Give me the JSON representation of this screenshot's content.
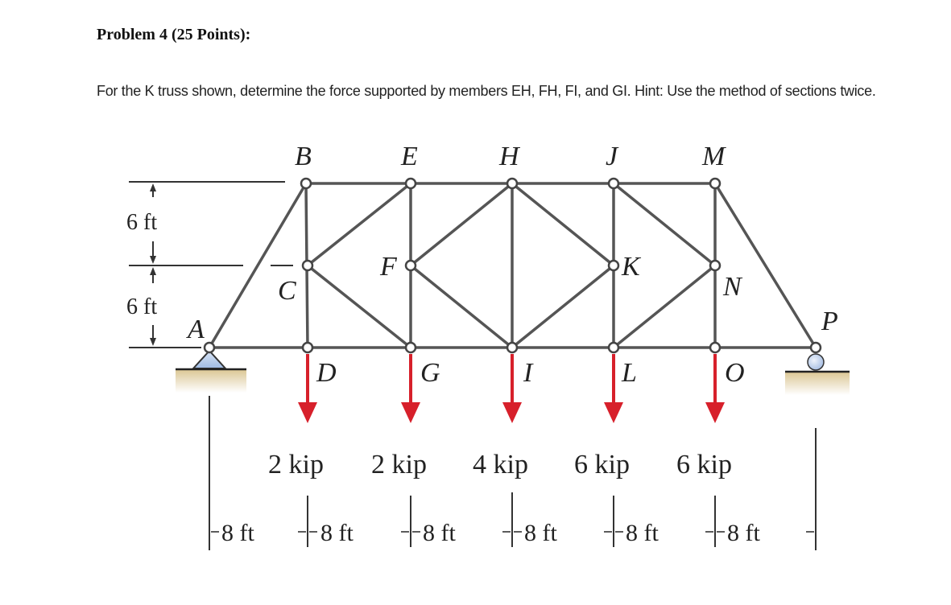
{
  "problem": {
    "title": "Problem 4 (25 Points):",
    "statement": "For the K truss shown, determine the force supported by members EH, FH, FI, and GI. Hint: Use the method of sections twice."
  },
  "figure": {
    "nodes": {
      "A": "A",
      "B": "B",
      "C": "C",
      "D": "D",
      "E": "E",
      "F": "F",
      "G": "G",
      "H": "H",
      "I": "I",
      "J": "J",
      "K": "K",
      "L": "L",
      "M": "M",
      "N": "N",
      "O": "O",
      "P": "P"
    },
    "height_dims": [
      "6 ft",
      "6 ft"
    ],
    "loads": [
      {
        "node": "D",
        "label": "2 kip"
      },
      {
        "node": "G",
        "label": "2 kip"
      },
      {
        "node": "I",
        "label": "4 kip"
      },
      {
        "node": "L",
        "label": "6 kip"
      },
      {
        "node": "O",
        "label": "6 kip"
      }
    ],
    "span_dims": [
      "8 ft",
      "8 ft",
      "8 ft",
      "8 ft",
      "8 ft",
      "8 ft"
    ],
    "colors": {
      "member": "#555555",
      "load_arrow": "#d7202b",
      "support": "#a9c4ea",
      "ground": "#d9c48f"
    },
    "supports": {
      "left": "pin-support",
      "right": "roller-support"
    }
  }
}
